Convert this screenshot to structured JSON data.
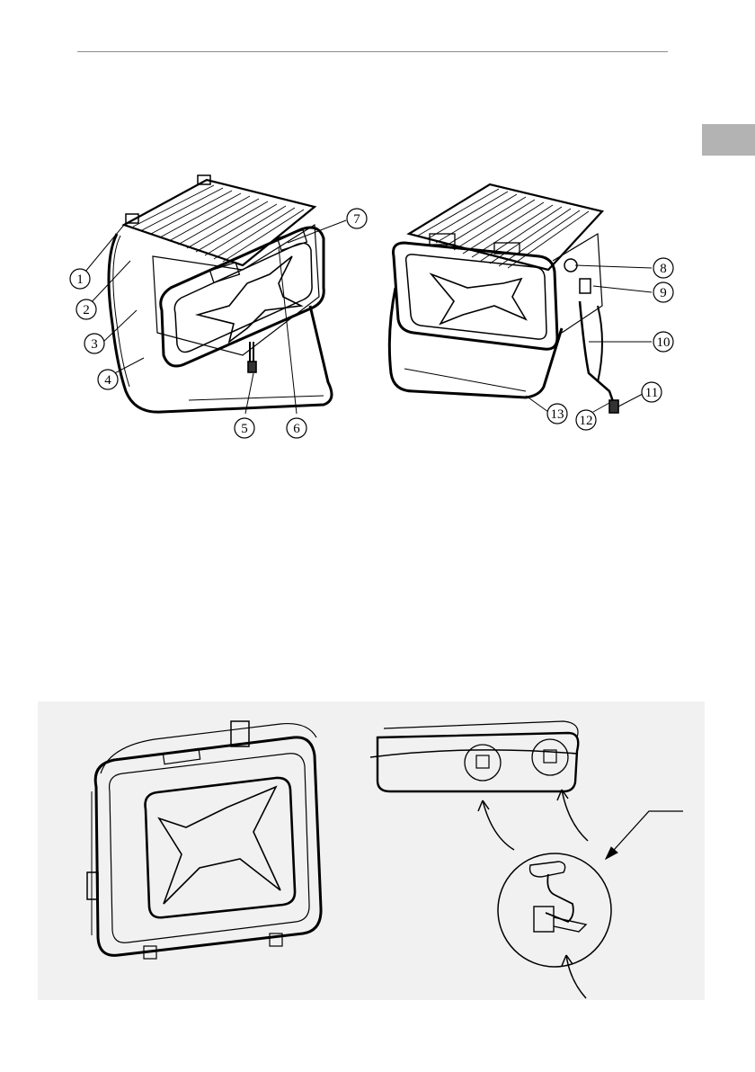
{
  "page": {
    "language_tab_color": "#b3b3b3",
    "header_rule_color": "#8c8c8c",
    "bottom_panel_color": "#f1f1f1"
  },
  "figures": {
    "assembled_front": {
      "callouts": [
        "1",
        "2",
        "3",
        "4",
        "5",
        "6",
        "7"
      ]
    },
    "assembled_rear": {
      "callouts": [
        "8",
        "9",
        "10",
        "11",
        "12",
        "13"
      ]
    },
    "folded_case": {},
    "latch_detail": {}
  }
}
